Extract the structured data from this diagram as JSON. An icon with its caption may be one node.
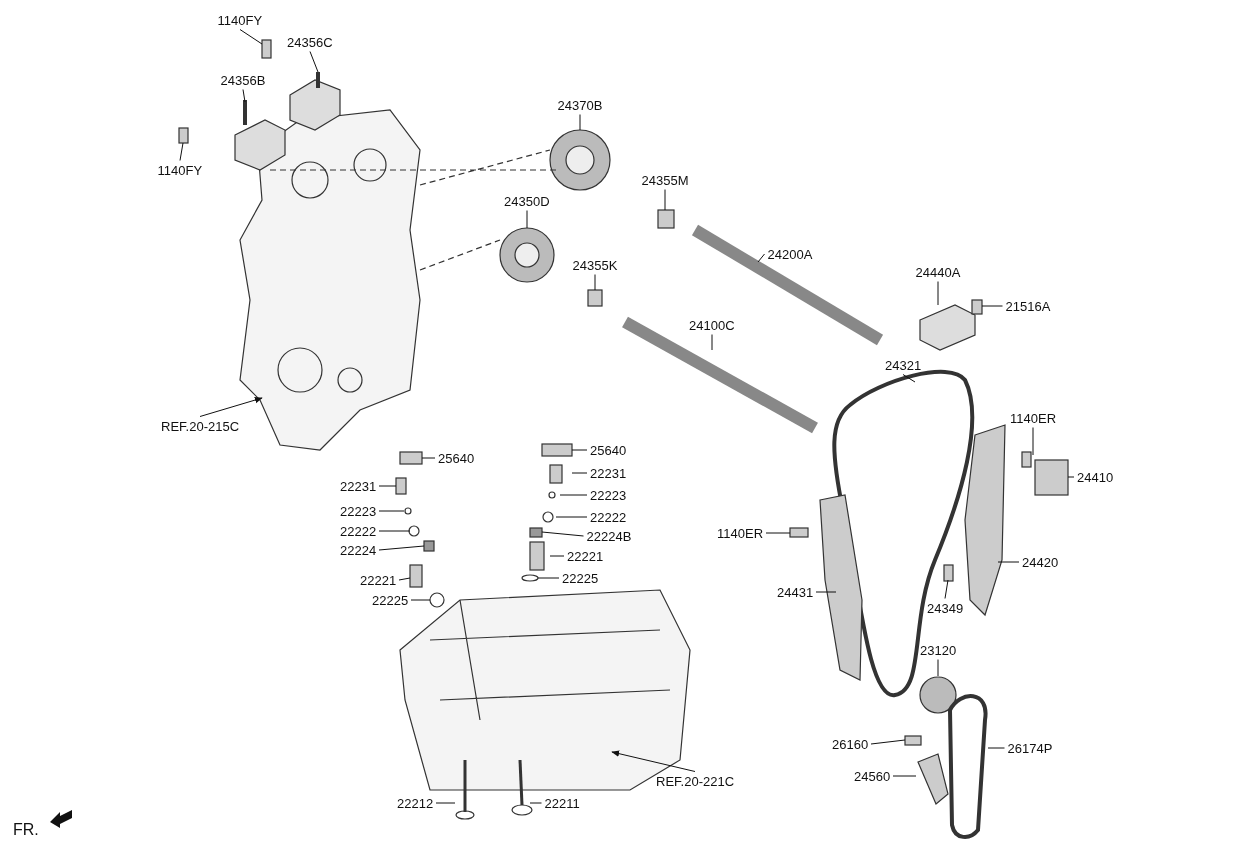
{
  "diagram": {
    "nodes": [
      {
        "text": [
          "1140FY"
        ]
      },
      {
        "text": [
          "24356C"
        ]
      },
      {
        "text": [
          "24356B"
        ]
      },
      {
        "text": [
          "1140FY"
        ]
      },
      {
        "text": [
          "24370B"
        ]
      },
      {
        "text": [
          "24355M"
        ]
      },
      {
        "text": [
          "24350D"
        ]
      },
      {
        "text": [
          "24200A"
        ]
      },
      {
        "text": [
          "24355K"
        ]
      },
      {
        "text": [
          "24440A"
        ]
      },
      {
        "text": [
          "21516A"
        ]
      },
      {
        "text": [
          "24100C"
        ]
      },
      {
        "text": [
          "24321"
        ]
      },
      {
        "text": [
          "REF.20-215C"
        ]
      },
      {
        "text": [
          "1140ER"
        ]
      },
      {
        "text": [
          "25640"
        ]
      },
      {
        "text": [
          "25640"
        ]
      },
      {
        "text": [
          "22231"
        ]
      },
      {
        "text": [
          "22231"
        ]
      },
      {
        "text": [
          "24410"
        ]
      },
      {
        "text": [
          "22223"
        ]
      },
      {
        "text": [
          "22223"
        ]
      },
      {
        "text": [
          "22222"
        ]
      },
      {
        "text": [
          "22222"
        ]
      },
      {
        "text": [
          "22224B"
        ]
      },
      {
        "text": [
          "1140ER"
        ]
      },
      {
        "text": [
          "22224"
        ]
      },
      {
        "text": [
          "22221"
        ]
      },
      {
        "text": [
          "24420"
        ]
      },
      {
        "text": [
          "22221"
        ]
      },
      {
        "text": [
          "22225"
        ]
      },
      {
        "text": [
          "24431"
        ]
      },
      {
        "text": [
          "22225"
        ]
      },
      {
        "text": [
          "24349"
        ]
      },
      {
        "text": [
          "23120"
        ]
      },
      {
        "text": [
          "26160"
        ]
      },
      {
        "text": [
          "26174P"
        ]
      },
      {
        "text": [
          "24560"
        ]
      },
      {
        "text": [
          "REF.20-221C"
        ]
      },
      {
        "text": [
          "22212"
        ]
      },
      {
        "text": [
          "22211"
        ]
      }
    ],
    "edges": [
      {
        "from": 0,
        "to": null,
        "arrow": "none"
      },
      {
        "from": 1,
        "to": null,
        "arrow": "none"
      },
      {
        "from": 2,
        "to": null,
        "arrow": "none"
      },
      {
        "from": 3,
        "to": null,
        "arrow": "none"
      },
      {
        "from": 4,
        "to": null,
        "arrow": "none"
      },
      {
        "from": 5,
        "to": null,
        "arrow": "none"
      },
      {
        "from": 6,
        "to": null,
        "arrow": "none"
      },
      {
        "from": 7,
        "to": null,
        "arrow": "none"
      },
      {
        "from": 8,
        "to": null,
        "arrow": "none"
      },
      {
        "from": 9,
        "to": null,
        "arrow": "none"
      },
      {
        "from": 10,
        "to": null,
        "arrow": "none"
      },
      {
        "from": 11,
        "to": null,
        "arrow": "none"
      },
      {
        "from": 12,
        "to": null,
        "arrow": "none"
      },
      {
        "from": 13,
        "to": null,
        "arrow": "to"
      },
      {
        "from": 14,
        "to": null,
        "arrow": "none"
      },
      {
        "from": 15,
        "to": null,
        "arrow": "none"
      },
      {
        "from": 16,
        "to": null,
        "arrow": "none"
      },
      {
        "from": 17,
        "to": null,
        "arrow": "none"
      },
      {
        "from": 18,
        "to": null,
        "arrow": "none"
      },
      {
        "from": 19,
        "to": null,
        "arrow": "none"
      },
      {
        "from": 20,
        "to": null,
        "arrow": "none"
      },
      {
        "from": 21,
        "to": null,
        "arrow": "none"
      },
      {
        "from": 22,
        "to": null,
        "arrow": "none"
      },
      {
        "from": 23,
        "to": null,
        "arrow": "none"
      },
      {
        "from": 24,
        "to": null,
        "arrow": "none"
      },
      {
        "from": 25,
        "to": null,
        "arrow": "none"
      },
      {
        "from": 26,
        "to": null,
        "arrow": "none"
      },
      {
        "from": 27,
        "to": null,
        "arrow": "none"
      },
      {
        "from": 28,
        "to": null,
        "arrow": "none"
      },
      {
        "from": 29,
        "to": null,
        "arrow": "none"
      },
      {
        "from": 30,
        "to": null,
        "arrow": "none"
      },
      {
        "from": 31,
        "to": null,
        "arrow": "none"
      },
      {
        "from": 32,
        "to": null,
        "arrow": "none"
      },
      {
        "from": 33,
        "to": null,
        "arrow": "none"
      },
      {
        "from": 34,
        "to": null,
        "arrow": "none"
      },
      {
        "from": 35,
        "to": null,
        "arrow": "none"
      },
      {
        "from": 36,
        "to": null,
        "arrow": "none"
      },
      {
        "from": 37,
        "to": null,
        "arrow": "none"
      },
      {
        "from": 38,
        "to": null,
        "arrow": "to"
      },
      {
        "from": 39,
        "to": null,
        "arrow": "none"
      },
      {
        "from": 40,
        "to": null,
        "arrow": "none"
      }
    ],
    "labels": [
      "FR."
    ]
  }
}
